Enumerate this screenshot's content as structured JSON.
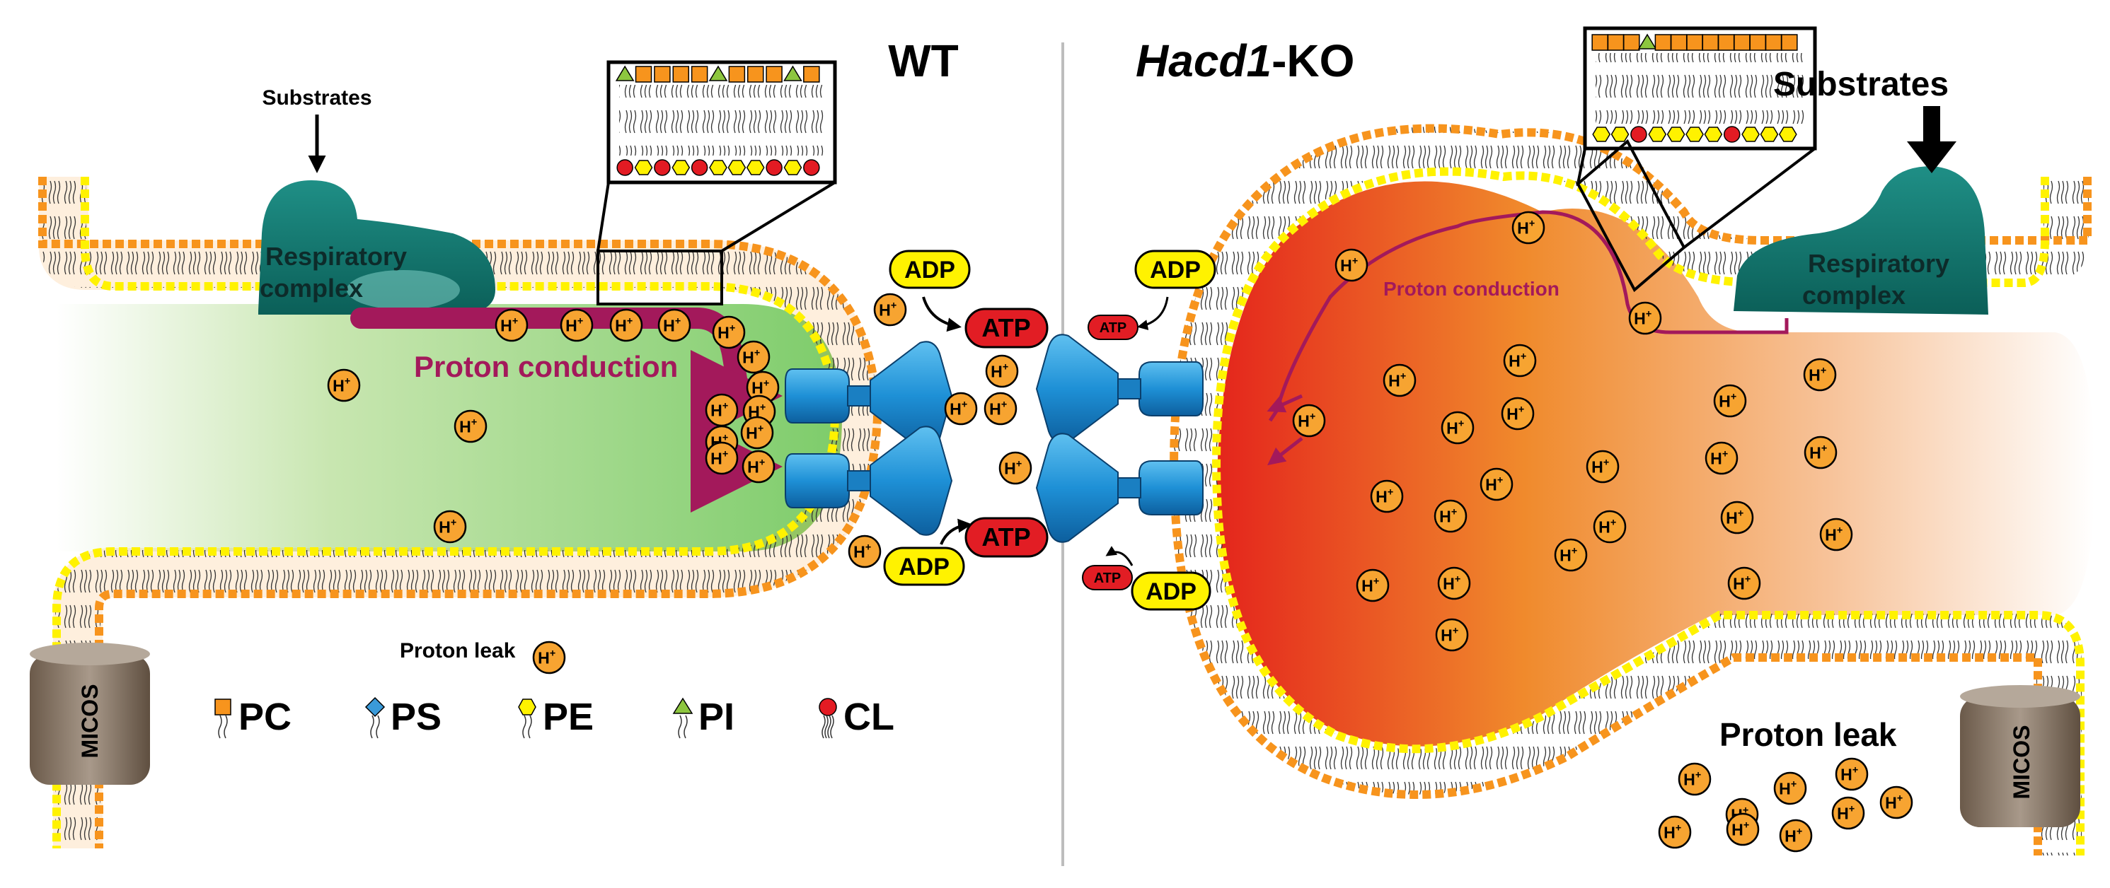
{
  "panels": {
    "left": {
      "label": "WT",
      "substrates": "Substrates",
      "complex_line1": "Respiratory",
      "complex_line2": "complex",
      "proton_conduction": "Proton conduction",
      "proton_leak": "Proton leak",
      "micos": "MICOS",
      "adp": "ADP",
      "atp": "ATP"
    },
    "right": {
      "label_italic": "Hacd1",
      "label_rest": "-KO",
      "substrates": "Substrates",
      "complex_line1": "Respiratory",
      "complex_line2": "complex",
      "proton_conduction": "Proton conduction",
      "proton_leak": "Proton leak",
      "micos": "MICOS",
      "adp": "ADP",
      "atp": "ATP"
    }
  },
  "proton": {
    "base": "H",
    "sup": "+"
  },
  "legend": [
    {
      "label": "PC",
      "icon": "orange-square-headgroup-icon",
      "color": "#f7941d"
    },
    {
      "label": "PS",
      "icon": "blue-diamond-headgroup-icon",
      "color": "#3a9ad9"
    },
    {
      "label": "PE",
      "icon": "yellow-hexagon-headgroup-icon",
      "color": "#fff200"
    },
    {
      "label": "PI",
      "icon": "green-triangle-headgroup-icon",
      "color": "#8dc63f"
    },
    {
      "label": "CL",
      "icon": "red-circle-headgroup-icon",
      "color": "#e31b23"
    }
  ],
  "colors": {
    "atp_synthase": "#1e90d6",
    "respiratory_complex": "#0f7b73",
    "proton_path": "#a3195b",
    "proton_fill": "#f7a431",
    "atp_badge": "#e21d24",
    "adp_badge": "#fff200",
    "wt_matrix": "#8dd07a",
    "ko_matrix": "#e8361f",
    "micos": "#8a7a6a"
  }
}
